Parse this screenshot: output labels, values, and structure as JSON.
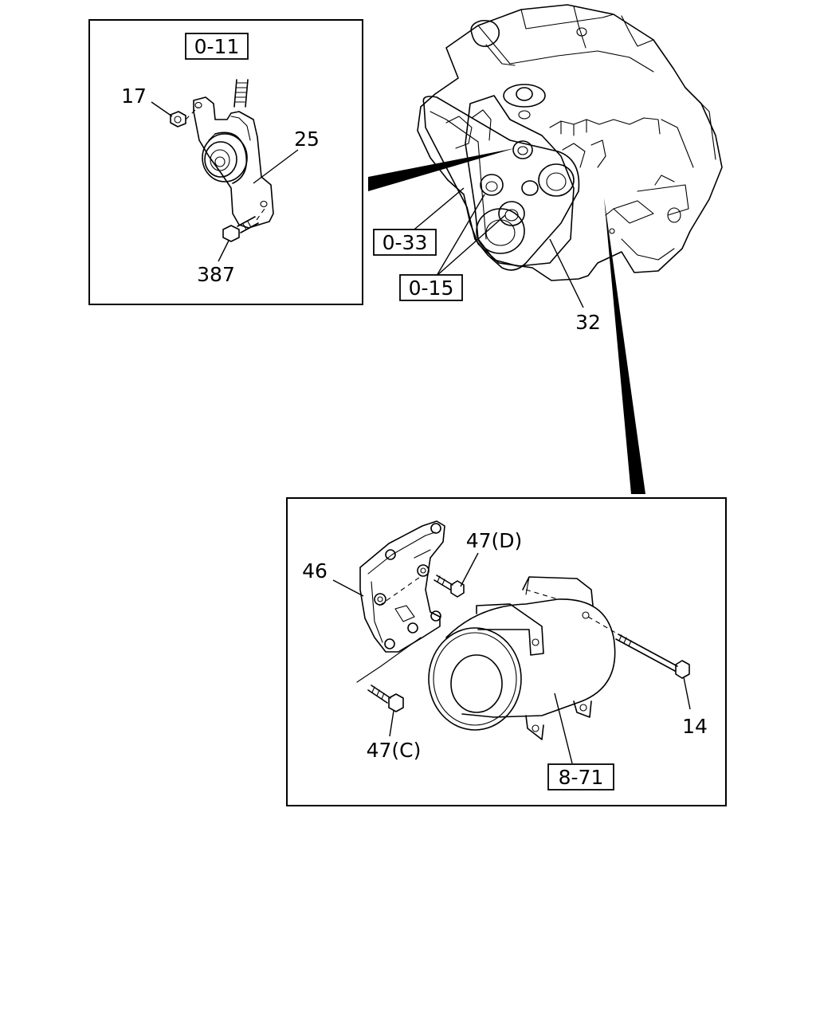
{
  "diagram": {
    "type": "exploded parts diagram",
    "callouts": {
      "ref_0_11": "0-11",
      "c17": "17",
      "c25": "25",
      "c387": "387",
      "ref_0_33": "0-33",
      "ref_0_15": "0-15",
      "c32": "32",
      "c46": "46",
      "c47d": "47(D)",
      "c47c": "47(C)",
      "c14": "14",
      "ref_8_71": "8-71"
    }
  }
}
